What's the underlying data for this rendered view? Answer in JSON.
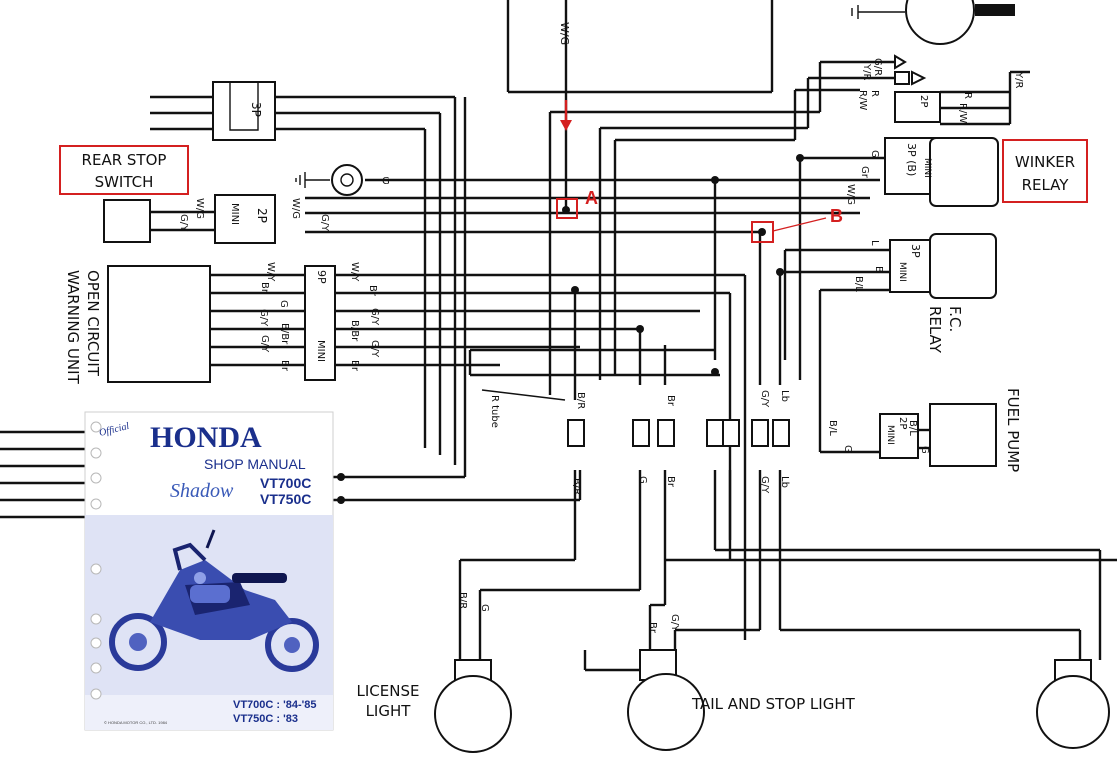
{
  "labels": {
    "rear_stop_switch": [
      "REAR STOP",
      "SWITCH"
    ],
    "winker_relay": [
      "WINKER",
      "RELAY"
    ],
    "fc_relay": [
      "F.C.",
      "RELAY"
    ],
    "fuel_pump": "FUEL PUMP",
    "open_circuit": [
      "OPEN CIRCUIT",
      "WARNING UNIT"
    ],
    "license_light": [
      "LICENSE",
      "LIGHT"
    ],
    "tail_stop": "TAIL AND STOP LIGHT",
    "marker_a": "A",
    "marker_b": "B"
  },
  "connectors": {
    "c3p_top": "3P",
    "c2p_mini": "2P",
    "mini": "MINI",
    "c9p": "9P",
    "c3pb": "3P (B)",
    "c3p": "3P",
    "c2p_relay": "2P",
    "c2p_pump": "2P"
  },
  "wire_codes": {
    "wg_top": "W/G",
    "gr": "G/R",
    "yr": "Y/R",
    "r1": "R",
    "rw": "R/W",
    "yr_right": "Y/R",
    "r_right": "R",
    "rw_right": "R/W",
    "g_ground": "G",
    "wg1": "W/G",
    "gy1": "G/Y",
    "wg2": "W/G",
    "gy2": "G/Y",
    "wy1": "W/Y",
    "br1": "Br",
    "g1": "G",
    "gy3": "G/Y",
    "bbr1": "B/Br",
    "gyy": "G/Y",
    "br2": "Br",
    "wy2": "W/Y",
    "br3": "Br",
    "gy4": "G/Y",
    "bbr2": "B/Br",
    "gy5": "G/Y",
    "br4": "Br",
    "g_wink": "G",
    "gr_wink": "Gr",
    "wg_wink": "W/G",
    "l_fc": "L",
    "b_fc": "B",
    "bl_fc": "B/L",
    "bl_pump1": "B/L",
    "g_pump1": "G",
    "bl_pump2": "B/L",
    "g_pump2": "G",
    "r_tube": "R tube",
    "br_mid": "B/R",
    "br_low": "B/R",
    "g_low": "G",
    "br_c2": "Br",
    "br_c2b": "Br",
    "gy_c": "G/Y",
    "lb_c": "Lb",
    "gy_low": "G/Y",
    "lb_low": "Lb",
    "br_lic": "B/R",
    "g_lic": "G",
    "br_tail": "Br",
    "gy_tail": "G/Y"
  },
  "cover": {
    "official": "Official",
    "brand": "HONDA",
    "shop_manual": "SHOP MANUAL",
    "shadow": "Shadow",
    "model1": "VT700C",
    "model2": "VT750C",
    "bottom1": "VT700C : '84-'85",
    "bottom2": "VT750C : '83",
    "copyright": "© HONDA MOTOR CO., LTD. 1984",
    "brand_color": "#1a2f8c",
    "photo_color": "#3a4db0"
  },
  "colors": {
    "accent_red": "#d42020",
    "ink": "#111111"
  }
}
